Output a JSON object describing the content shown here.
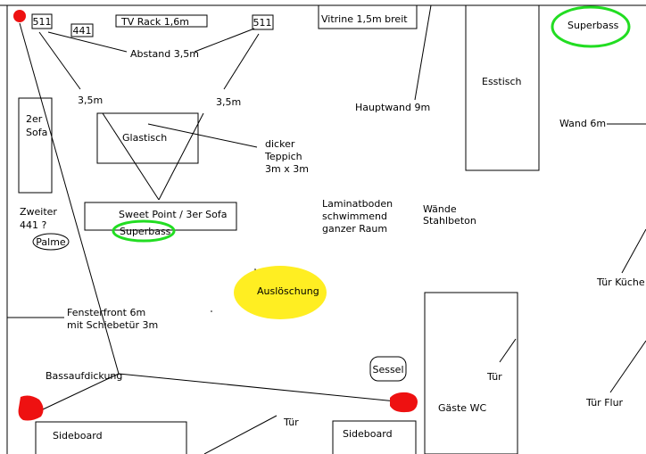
{
  "labels": {
    "speaker_left": "511",
    "speaker_right": "511",
    "center": "441",
    "tv_rack": "TV Rack 1,6m",
    "vitrine": "Vitrine 1,5m breit",
    "superbass_top": "Superbass",
    "abstand": "Abstand 3,5m",
    "dist_left": "3,5m",
    "dist_right": "3,5m",
    "hauptwand": "Hauptwand 9m",
    "esstisch": "Esstisch",
    "wand": "Wand 6m",
    "sofa2_line1": "2er",
    "sofa2_line2": "Sofa",
    "glastisch": "Glastisch",
    "teppich_line1": "dicker",
    "teppich_line2": "Teppich",
    "teppich_line3": "3m x 3m",
    "sweet_point": "Sweet Point / 3er Sofa",
    "superbass_sofa": "Superbass",
    "zweiter_line1": "Zweiter",
    "zweiter_line2": "441 ?",
    "palme": "Palme",
    "laminat_line1": "Laminatboden",
    "laminat_line2": "schwimmend",
    "laminat_line3": "ganzer Raum",
    "waende_line1": "Wände",
    "waende_line2": "Stahlbeton",
    "tuer_kueche": "Tür Küche",
    "ausloeschung": "Auslöschung",
    "fenster_line1": "Fensterfront 6m",
    "fenster_line2": "mit Schiebetür 3m",
    "sessel": "Sessel",
    "tuer_wc": "Tür",
    "gaeste_wc": "Gäste WC",
    "tuer_flur": "Tür Flur",
    "bassaufdickung": "Bassaufdickung",
    "tuer_bottom": "Tür",
    "sideboard_left": "Sideboard",
    "sideboard_right": "Sideboard"
  },
  "colors": {
    "line": "#000000",
    "superbass_ring": "#22dd22",
    "ausloeschung_fill": "#ffee22",
    "bass_blob": "#ee1111"
  }
}
